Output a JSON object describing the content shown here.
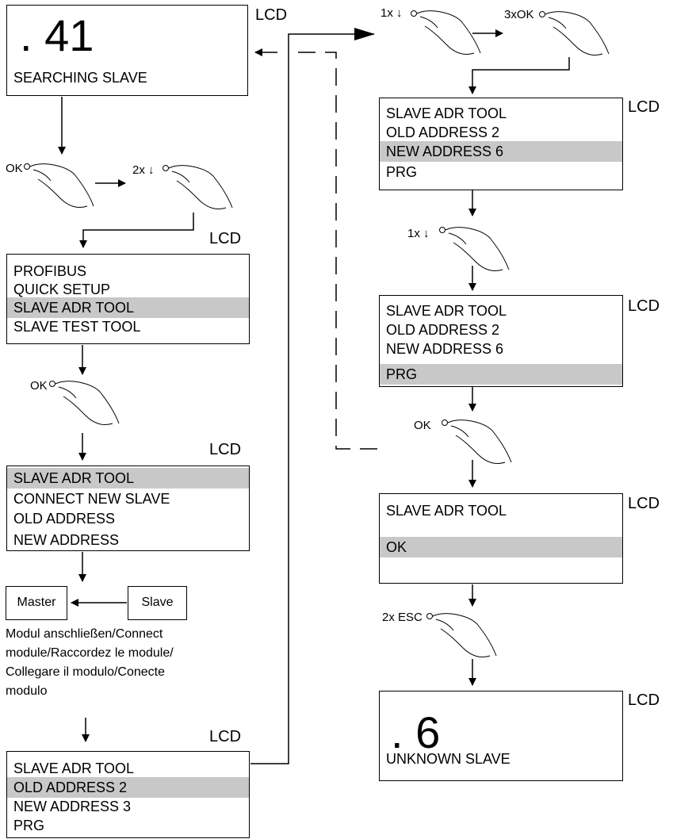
{
  "lcd_label": "LCD",
  "screens": {
    "searching": {
      "value": ". 41",
      "text": "SEARCHING SLAVE"
    },
    "main_menu": {
      "rows": [
        "PROFIBUS",
        "QUICK SETUP",
        "SLAVE ADR TOOL",
        "SLAVE TEST TOOL"
      ],
      "highlight": 2
    },
    "adr_tool_start": {
      "rows": [
        "SLAVE ADR TOOL",
        "CONNECT NEW SLAVE",
        "OLD ADDRESS",
        "NEW ADDRESS"
      ],
      "highlight": 0
    },
    "adr_old_2": {
      "rows": [
        "SLAVE ADR TOOL",
        "OLD ADDRESS  2",
        "NEW ADDRESS 3",
        "PRG"
      ],
      "highlight": 1
    },
    "adr_new_6": {
      "rows": [
        "SLAVE ADR TOOL",
        "OLD ADDRESS   2",
        "NEW ADDRESS   6",
        "PRG"
      ],
      "highlight": 2
    },
    "adr_prg": {
      "rows": [
        "SLAVE ADR TOOL",
        "OLD ADDRESS   2",
        "NEW ADDRESS   6",
        "PRG"
      ],
      "highlight": 3
    },
    "adr_ok": {
      "rows": [
        "SLAVE ADR TOOL",
        "",
        "OK",
        ""
      ],
      "highlight": 2
    },
    "unknown": {
      "value": ". 6",
      "text": "UNKNOWN SLAVE"
    }
  },
  "keys": {
    "ok_1": "OK",
    "down_2x": "2x ↓",
    "ok_2": "OK",
    "down_1x_top": "1x ↓",
    "ok_3x": "3xOK",
    "down_1x_mid": "1x ↓",
    "ok_3": "OK",
    "esc_2x": "2x ESC"
  },
  "connection": {
    "master": "Master",
    "slave": "Slave",
    "note_lines": [
      "Modul anschließen/Connect",
      "module/Raccordez le module/",
      "Collegare il modulo/Conecte",
      "modulo"
    ]
  }
}
